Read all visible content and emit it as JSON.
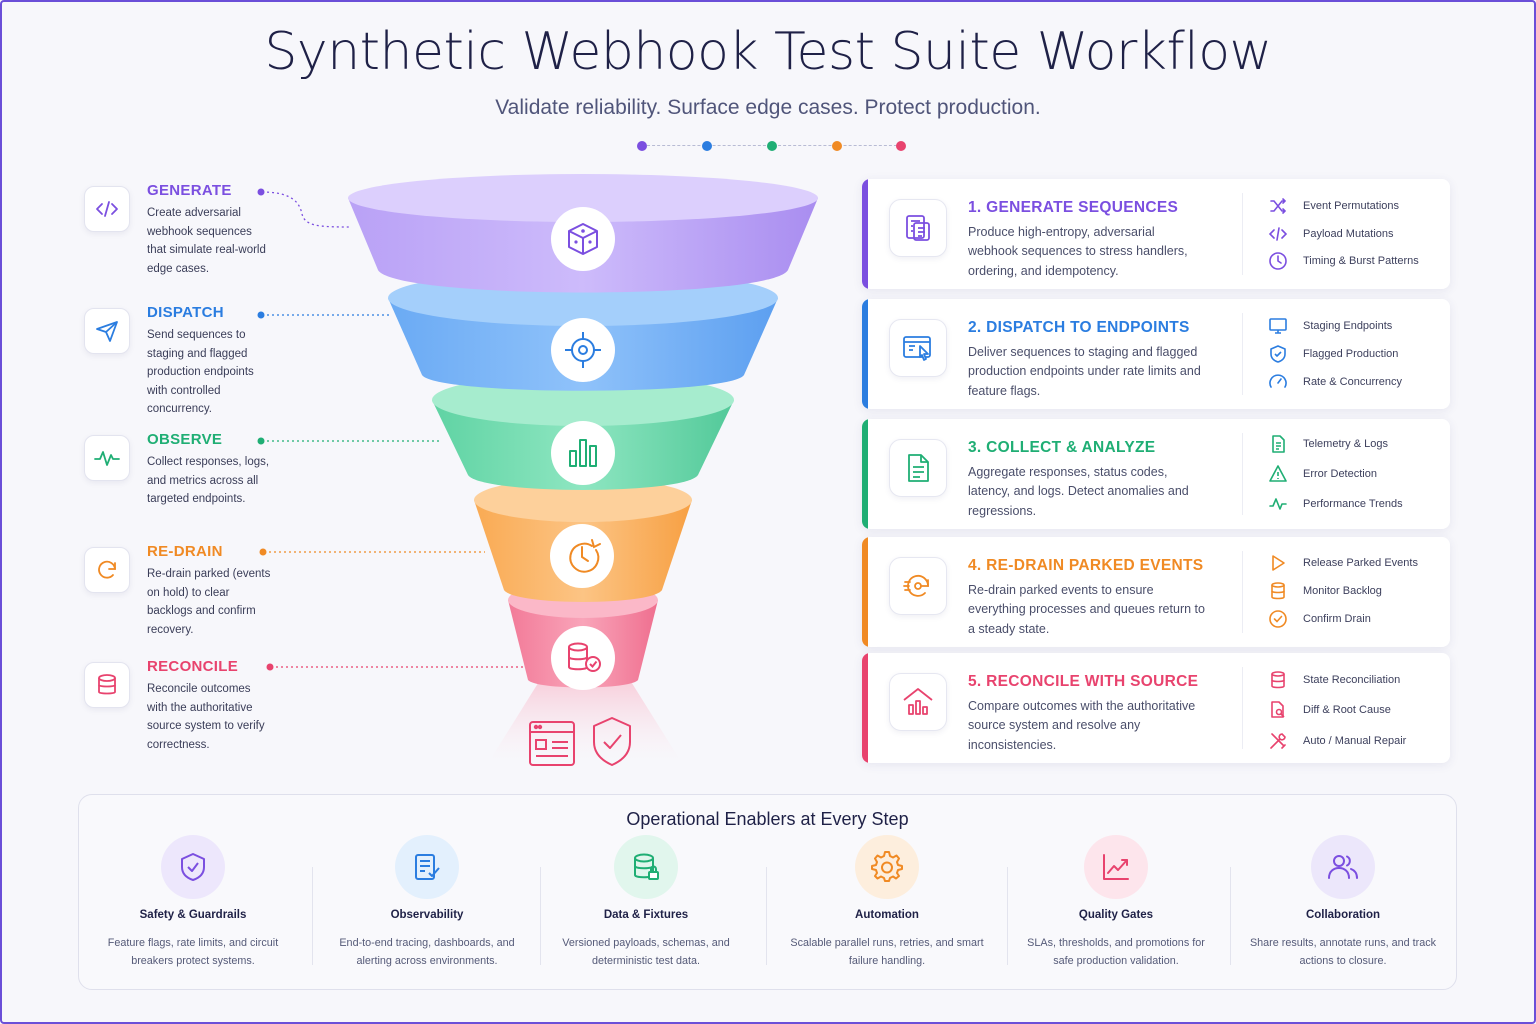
{
  "header": {
    "title": "Synthetic Webhook Test Suite Workflow",
    "subtitle": "Validate reliability. Surface edge cases. Protect production."
  },
  "colors": {
    "purple": "#7b4fe0",
    "blue": "#2b7de0",
    "green": "#1fae74",
    "orange": "#f08a24",
    "pink": "#e8436e"
  },
  "stages": [
    {
      "name": "GENERATE",
      "desc": "Create adversarial webhook sequences that simulate real-world edge cases.",
      "icon": "code-icon"
    },
    {
      "name": "DISPATCH",
      "desc": "Send sequences to staging and flagged production endpoints with controlled concurrency.",
      "icon": "send-icon"
    },
    {
      "name": "OBSERVE",
      "desc": "Collect responses, logs, and metrics across all targeted endpoints.",
      "icon": "pulse-icon"
    },
    {
      "name": "RE-DRAIN",
      "desc": "Re-drain parked (events on hold) to clear backlogs and confirm recovery.",
      "icon": "refresh-icon"
    },
    {
      "name": "RECONCILE",
      "desc": "Reconcile outcomes with the authoritative source system to verify correctness.",
      "icon": "database-icon"
    }
  ],
  "cards": [
    {
      "title": "1. GENERATE SEQUENCES",
      "desc": "Produce high-entropy, adversarial webhook sequences to stress handlers, ordering, and idempotency.",
      "items": [
        "Event Permutations",
        "Payload Mutations",
        "Timing & Burst Patterns"
      ]
    },
    {
      "title": "2. DISPATCH TO ENDPOINTS",
      "desc": "Deliver sequences to staging and flagged production endpoints under rate limits and feature flags.",
      "items": [
        "Staging Endpoints",
        "Flagged Production",
        "Rate & Concurrency"
      ]
    },
    {
      "title": "3. COLLECT & ANALYZE",
      "desc": "Aggregate responses, status codes, latency, and logs. Detect anomalies and regressions.",
      "items": [
        "Telemetry & Logs",
        "Error Detection",
        "Performance Trends"
      ]
    },
    {
      "title": "4. RE-DRAIN PARKED EVENTS",
      "desc": "Re-drain parked events to ensure everything processes and queues return to a steady state.",
      "items": [
        "Release Parked Events",
        "Monitor Backlog",
        "Confirm Drain"
      ]
    },
    {
      "title": "5. RECONCILE WITH SOURCE",
      "desc": "Compare outcomes with the authoritative source system and resolve any inconsistencies.",
      "items": [
        "State Reconciliation",
        "Diff & Root Cause",
        "Auto / Manual Repair"
      ]
    }
  ],
  "enablers": {
    "title": "Operational Enablers at Every Step",
    "items": [
      {
        "name": "Safety & Guardrails",
        "desc": "Feature flags, rate limits, and circuit breakers protect systems.",
        "icon": "shield-icon"
      },
      {
        "name": "Observability",
        "desc": "End-to-end tracing, dashboards, and alerting across environments.",
        "icon": "checklist-icon"
      },
      {
        "name": "Data & Fixtures",
        "desc": "Versioned payloads, schemas, and deterministic test data.",
        "icon": "database-lock-icon"
      },
      {
        "name": "Automation",
        "desc": "Scalable parallel runs, retries, and smart failure handling.",
        "icon": "gear-icon"
      },
      {
        "name": "Quality Gates",
        "desc": "SLAs, thresholds, and promotions for safe production validation.",
        "icon": "chart-icon"
      },
      {
        "name": "Collaboration",
        "desc": "Share results, annotate runs, and track actions to closure.",
        "icon": "users-icon"
      }
    ]
  }
}
